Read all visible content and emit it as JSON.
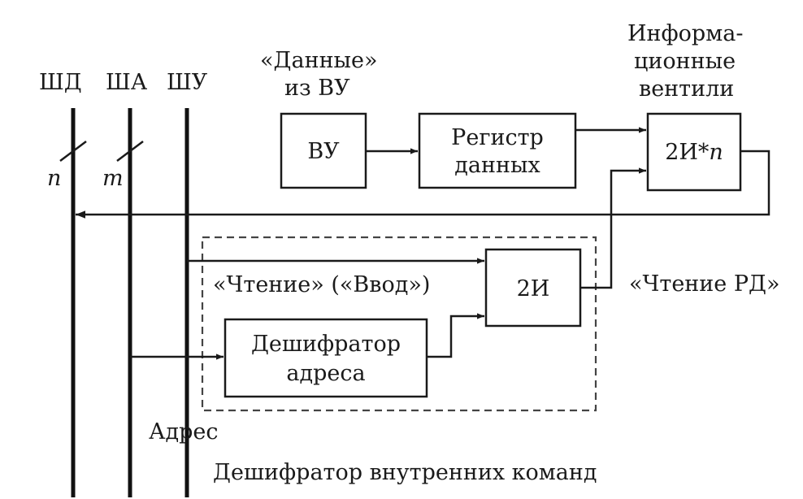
{
  "buses": {
    "data_bus": "ШД",
    "address_bus": "ША",
    "control_bus": "ШУ",
    "data_width": "n",
    "address_width": "m"
  },
  "labels": {
    "data_from_device_line1": "«Данные»",
    "data_from_device_line2": "из ВУ",
    "gates_line1": "Информа-",
    "gates_line2": "ционные",
    "gates_line3": "вентили",
    "read_input": "«Чтение» («Ввод»)",
    "read_rd": "«Чтение РД»",
    "address": "Адрес",
    "internal_decoder": "Дешифратор внутренних команд"
  },
  "blocks": {
    "device": "ВУ",
    "register_line1": "Регистр",
    "register_line2": "данных",
    "gates_and_prefix": "2И*",
    "gates_and_n": "n",
    "and2": "2И",
    "decoder_line1": "Дешифратор",
    "decoder_line2": "адреса"
  },
  "colors": {
    "ink": "#1a1a1a",
    "background": "#ffffff"
  }
}
